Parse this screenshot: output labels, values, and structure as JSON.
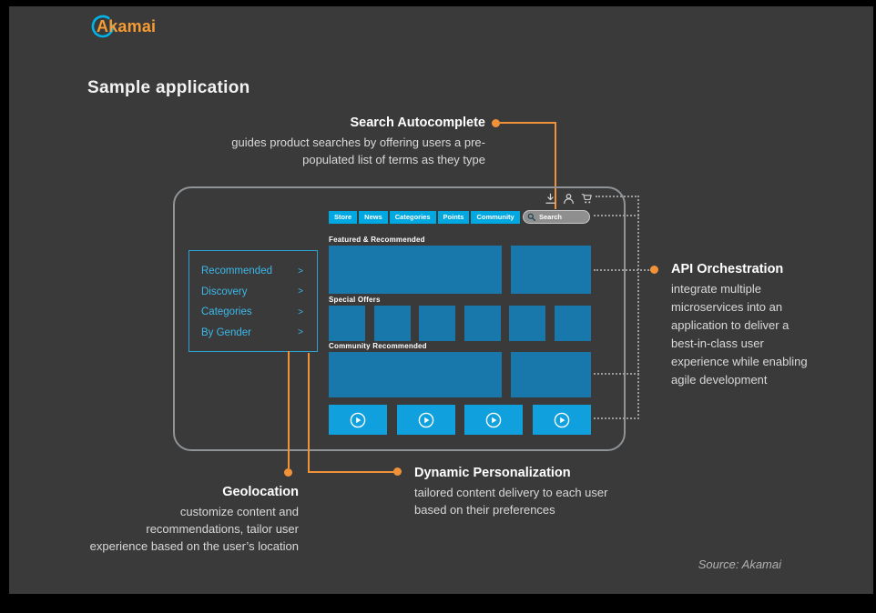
{
  "brand": {
    "name": "Akamai"
  },
  "page": {
    "title": "Sample application",
    "source": "Source: Akamai"
  },
  "callouts": {
    "search_autocomplete": {
      "title": "Search Autocomplete",
      "description": "guides product searches by offering users a pre-populated list of terms as they type"
    },
    "api_orchestration": {
      "title": "API Orchestration",
      "description": "integrate multiple microservices into an application to deliver a best-in-class user experience while enabling agile development"
    },
    "geolocation": {
      "title": "Geolocation",
      "description": "customize content and recommendations, tailor user experience based on the user’s location"
    },
    "dynamic_personalization": {
      "title": "Dynamic Personalization",
      "description": "tailored content delivery to each user based on their preferences"
    }
  },
  "app": {
    "nav_items": [
      "Store",
      "News",
      "Categories",
      "Points",
      "Community"
    ],
    "search_label": "Search",
    "sidebar_items": [
      "Recommended",
      "Discovery",
      "Categories",
      "By Gender"
    ],
    "chevron": ">",
    "section_labels": {
      "featured": "Featured & Recommended",
      "special_offers": "Special Offers",
      "community": "Community Recommended"
    },
    "header_icons": [
      "download-icon",
      "user-icon",
      "cart-icon"
    ]
  },
  "colors": {
    "background": "#3a3a3a",
    "frame_border": "#8f9396",
    "accent_orange": "#f29238",
    "nav_cyan": "#00a8e1",
    "tile_blue": "#1878ab",
    "video_blue": "#0fa0dd",
    "sidebar_text": "#3cb9ea",
    "text_primary": "#ffffff",
    "text_secondary": "#d9d9d9"
  }
}
